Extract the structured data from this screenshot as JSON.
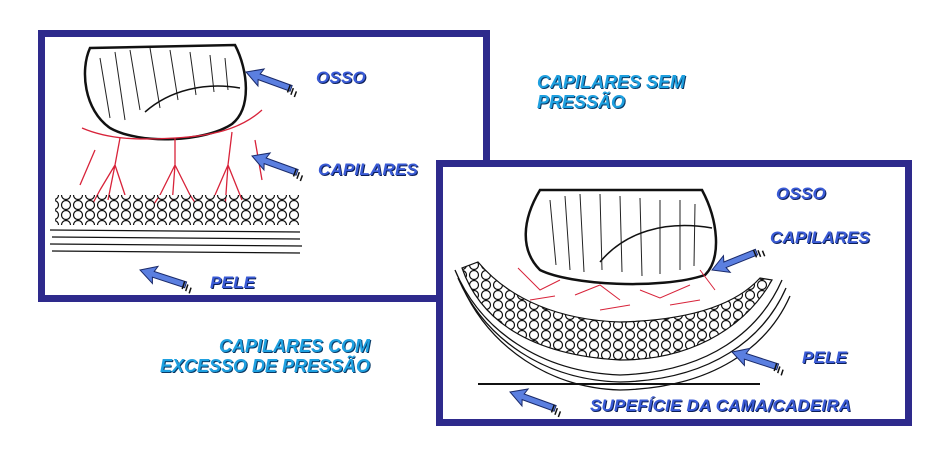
{
  "panel_top": {
    "labels": {
      "bone": "OSSO",
      "capillaries": "CAPILARES",
      "skin": "PELE"
    }
  },
  "panel_bottom": {
    "labels": {
      "bone": "OSSO",
      "capillaries": "CAPILARES",
      "skin": "PELE",
      "surface": "SUPEFÍCIE DA CAMA/CADEIRA"
    }
  },
  "titles": {
    "no_pressure": "CAPILARES SEM PRESSÃO",
    "excess_pressure": "CAPILARES COM EXCESSO DE PRESSÃO"
  },
  "colors": {
    "frame": "#2e2a8c",
    "label_text": "#3a5bd6",
    "title_text": "#1ea0e0",
    "capillary": "#d8233a",
    "arrow": "#5b7fe0"
  }
}
